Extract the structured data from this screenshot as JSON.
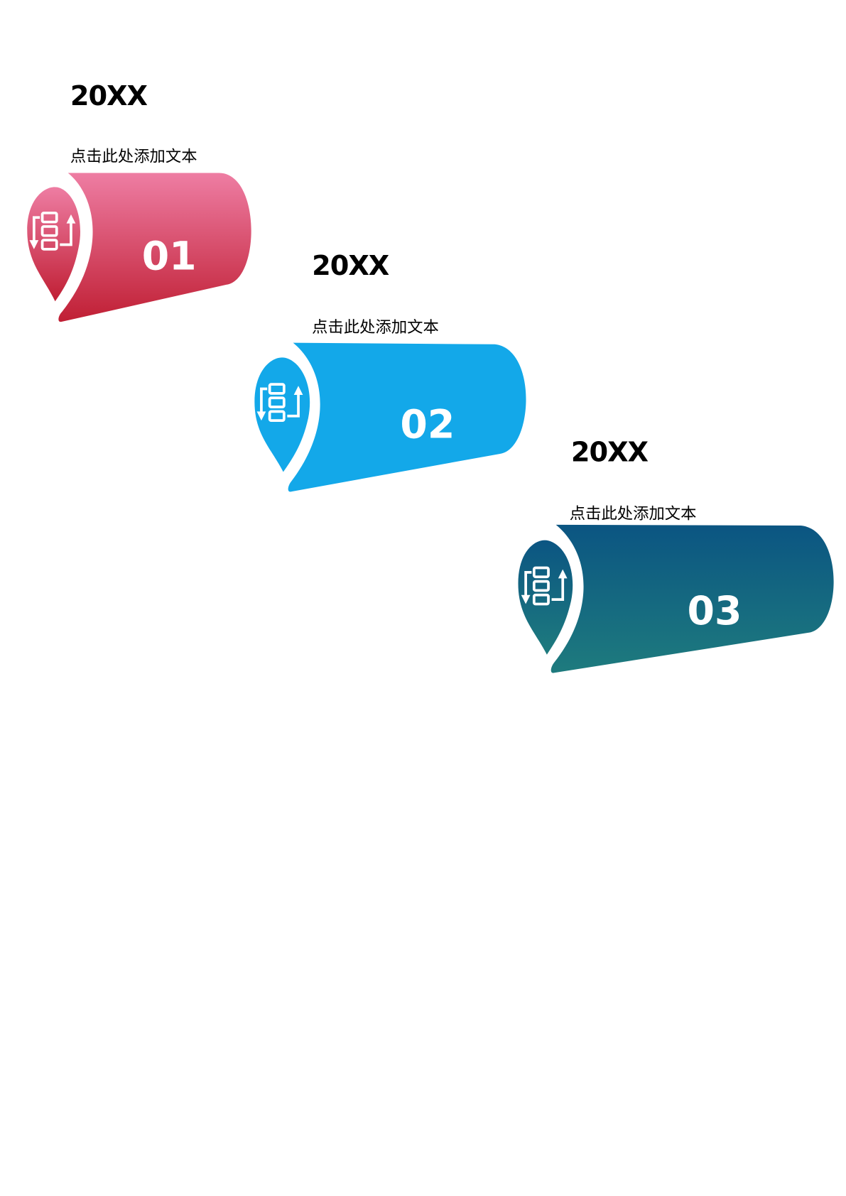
{
  "steps": [
    {
      "year": "20XX",
      "caption": "点击此处添加文本",
      "number": "01",
      "icon": "flowchart-swap-icon",
      "colors": [
        "#ee7da3",
        "#c01f34"
      ]
    },
    {
      "year": "20XX",
      "caption": "点击此处添加文本",
      "number": "02",
      "icon": "flowchart-swap-icon",
      "colors": [
        "#13a8e9",
        "#13a8e9"
      ]
    },
    {
      "year": "20XX",
      "caption": "点击此处添加文本",
      "number": "03",
      "icon": "flowchart-swap-icon",
      "colors": [
        "#0b5582",
        "#1e7b7e"
      ]
    }
  ]
}
